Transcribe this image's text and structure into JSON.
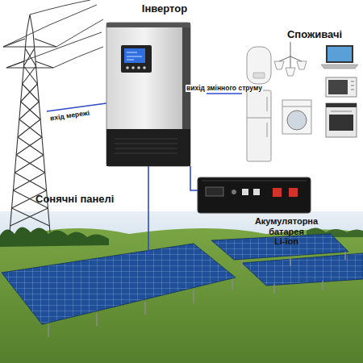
{
  "diagram": {
    "nodes": [
      {
        "text": [
          "Інвертор"
        ]
      },
      {
        "text": [
          "Споживачі"
        ]
      },
      {
        "text": [
          "Акумуляторна батарея Li-ion"
        ]
      },
      {
        "text": [
          "Сонячні панелі"
        ]
      }
    ],
    "edges": [
      {
        "from": 0,
        "to": 1,
        "label": "вихід змінного струму",
        "arrow": "none"
      },
      {
        "from": 0,
        "to": 2,
        "arrow": "none"
      },
      {
        "from": 0,
        "to": 3,
        "arrow": "none"
      }
    ],
    "labels": [
      "вхід мережі"
    ]
  }
}
